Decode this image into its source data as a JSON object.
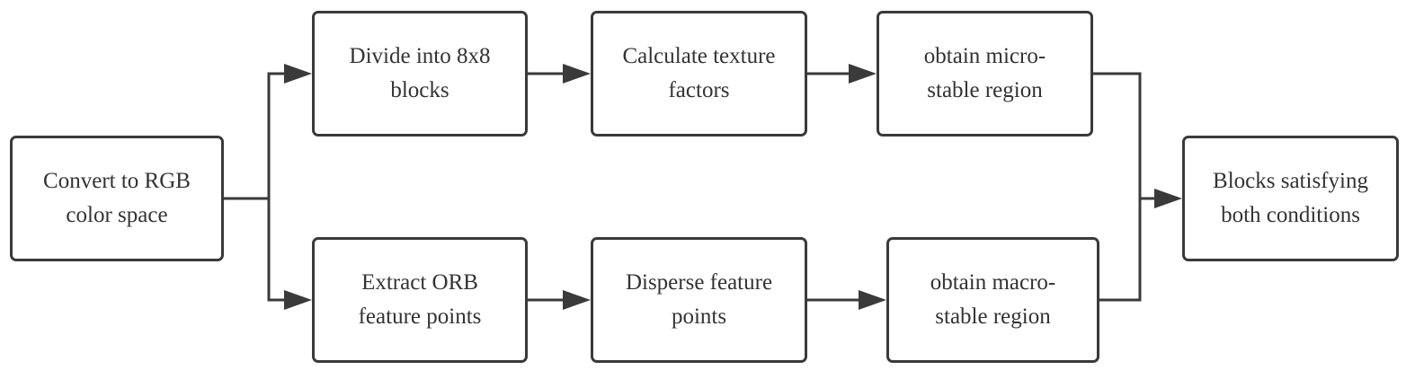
{
  "nodes": {
    "convert": {
      "line1": "Convert to RGB",
      "line2": "color space"
    },
    "divide": {
      "line1": "Divide into 8x8",
      "line2": "blocks"
    },
    "texture": {
      "line1": "Calculate texture",
      "line2": "factors"
    },
    "micro": {
      "line1": "obtain micro-",
      "line2": "stable region"
    },
    "orb": {
      "line1": "Extract ORB",
      "line2": "feature points"
    },
    "disperse": {
      "line1": "Disperse feature",
      "line2": "points"
    },
    "macro": {
      "line1": "obtain macro-",
      "line2": "stable region"
    },
    "blocks": {
      "line1": "Blocks satisfying",
      "line2": "both conditions"
    }
  },
  "colors": {
    "stroke": "#3a3a3a",
    "text": "#333333",
    "background": "#ffffff"
  }
}
